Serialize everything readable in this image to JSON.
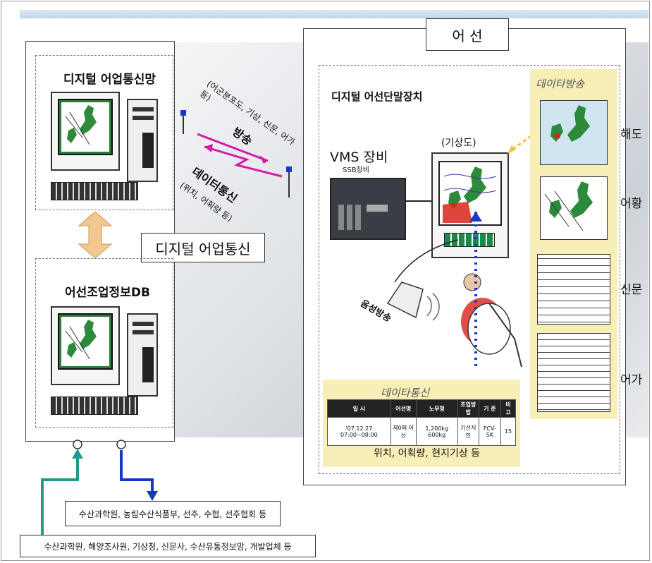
{
  "left_panel": {
    "top_title": "디지털 어업통신망",
    "bottom_title": "어선조업정보DB",
    "middle_label": "디지털 어업통신"
  },
  "broadcast": {
    "top_text": "(어군분포도, 기상, 신문, 어가 등)",
    "top_word": "방송",
    "bottom_text": "데이터통신",
    "bottom_sub": "(위치, 어획량 등)"
  },
  "vessel_panel": {
    "header": "어 선",
    "title": "디지털 어선단말장치",
    "vms_label": "VMS 장비",
    "weather_label": "(기상도)",
    "equipment_caption": "SSB장비",
    "voice_label": "음성방송"
  },
  "broadcast_box": {
    "title": "데이타방송",
    "side_labels": [
      "해도",
      "어황",
      "신문",
      "어가"
    ]
  },
  "data_comm": {
    "title": "데이타통신",
    "caption": "위치, 어획량, 현지기상 등",
    "table": {
      "headers": [
        "일 시",
        "어선명",
        "노무청",
        "조업방법",
        "기 준",
        "비 고"
      ],
      "row": [
        "'07.12.27 07:00~08:00",
        "제0해 어선",
        "1,200kg 600kg",
        "기선저인",
        "FCV-SK",
        "15"
      ]
    }
  },
  "bottom_boxes": {
    "box1": "수산과학원, 농림수산식품부, 선주, 수협, 선주협회 등",
    "box2": "수산과학원, 해양조사원, 기상청, 신문사, 수산유통정보망, 개발업체 등"
  },
  "colors": {
    "teal_arrow": "#1f9a8c",
    "blue_arrow": "#1538c7",
    "magenta_arrow": "#d01aa8",
    "broadcast_box_bg": "#f8efb8",
    "double_arrow": "#f0c890"
  }
}
